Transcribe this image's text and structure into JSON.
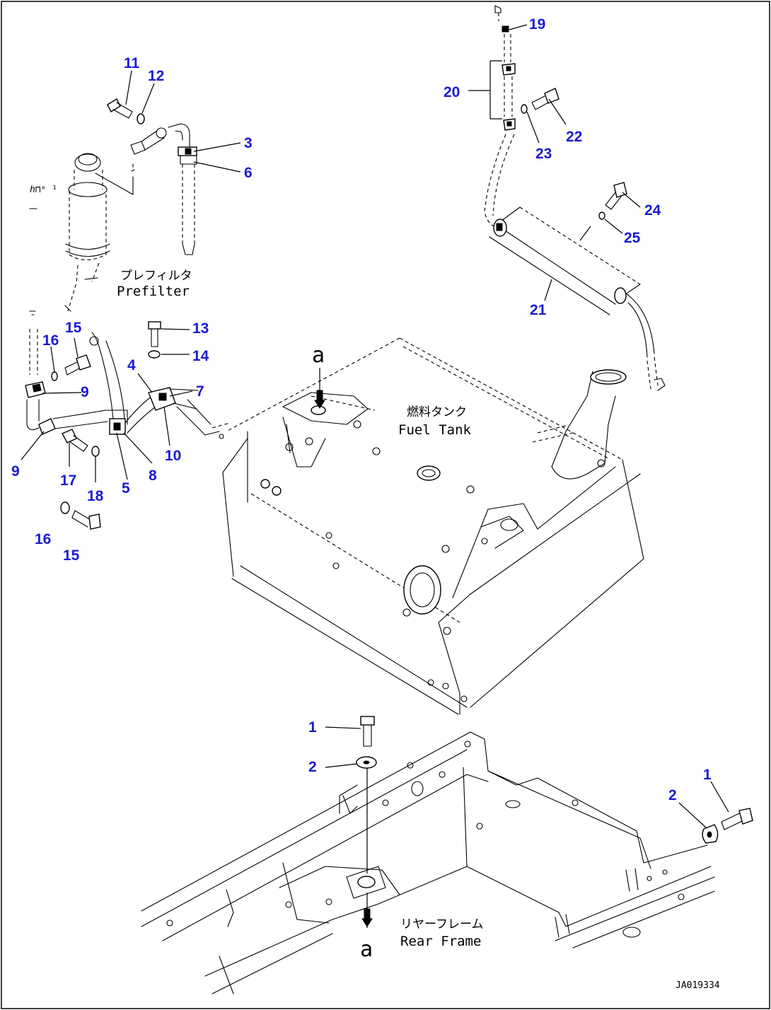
{
  "labels": {
    "prefilter_jp": "プレフィルタ",
    "prefilter_en": "Prefilter",
    "fuel_tank_jp": "燃料タンク",
    "fuel_tank_en": "Fuel Tank",
    "rear_frame_jp": "リヤーフレーム",
    "rear_frame_en": "Rear Frame",
    "reference_top": "a",
    "reference_bottom": "a",
    "drawing_code": "JA019334"
  },
  "callouts": {
    "c11": "11",
    "c12": "12",
    "c3": "3",
    "c6": "6",
    "c19": "19",
    "c20": "20",
    "c22": "22",
    "c23": "23",
    "c24": "24",
    "c25": "25",
    "c21": "21",
    "c13": "13",
    "c14": "14",
    "c15a": "15",
    "c16a": "16",
    "c4": "4",
    "c7": "7",
    "c9a": "9",
    "c9b": "9",
    "c10": "10",
    "c17": "17",
    "c18": "18",
    "c5": "5",
    "c8": "8",
    "c16b": "16",
    "c15b": "15",
    "c1a": "1",
    "c2a": "2",
    "c1b": "1",
    "c2b": "2"
  },
  "colors": {
    "callout": "#1a1ad6",
    "line": "#000000",
    "background": "#ffffff"
  }
}
